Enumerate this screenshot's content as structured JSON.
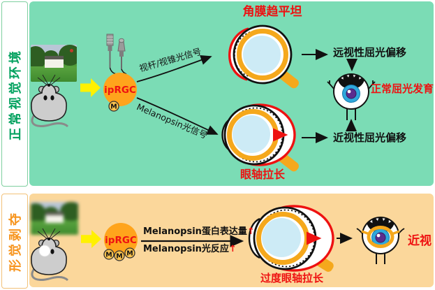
{
  "theme": {
    "green-bg": "#7BDCB5",
    "orange-bg": "#FBD79B",
    "green-label": "#00A15E",
    "orange-label": "#F7941D",
    "red": "#EE1111",
    "cell-orange": "#FFA41C",
    "m-yellow": "#FDC44F",
    "arrow-yellow": "#FFF100",
    "eye-blue": "#CDEBF6",
    "eye-orange": "#F5A81C",
    "iris-blue": "#2FA8DC",
    "pupil-purple": "#5B2D8E"
  },
  "top_section": {
    "side_label": "正常视觉环境",
    "cell_label": "ipRGC",
    "m_label": "M",
    "rod_cone_signal": "视杆/视锥光信号",
    "melanopsin_signal": "Melanopsin光信号",
    "cornea_flatten_title": "角膜趋平坦",
    "axial_elongation_title": "眼轴拉长",
    "hyperopic_shift": "远视性屈光偏移",
    "myopic_shift": "近视性屈光偏移",
    "outcome": "正常屈光发育"
  },
  "bottom_section": {
    "side_label": "形觉剥夺",
    "cell_label": "ipRGC",
    "m_labels": [
      "M",
      "M",
      "M"
    ],
    "melanopsin_protein": "Melanopsin蛋白表达量",
    "melanopsin_response": "Melanopsin光反应",
    "increase_symbol": "↑",
    "excess_axial_title": "过度眼轴拉长",
    "outcome": "近视"
  }
}
